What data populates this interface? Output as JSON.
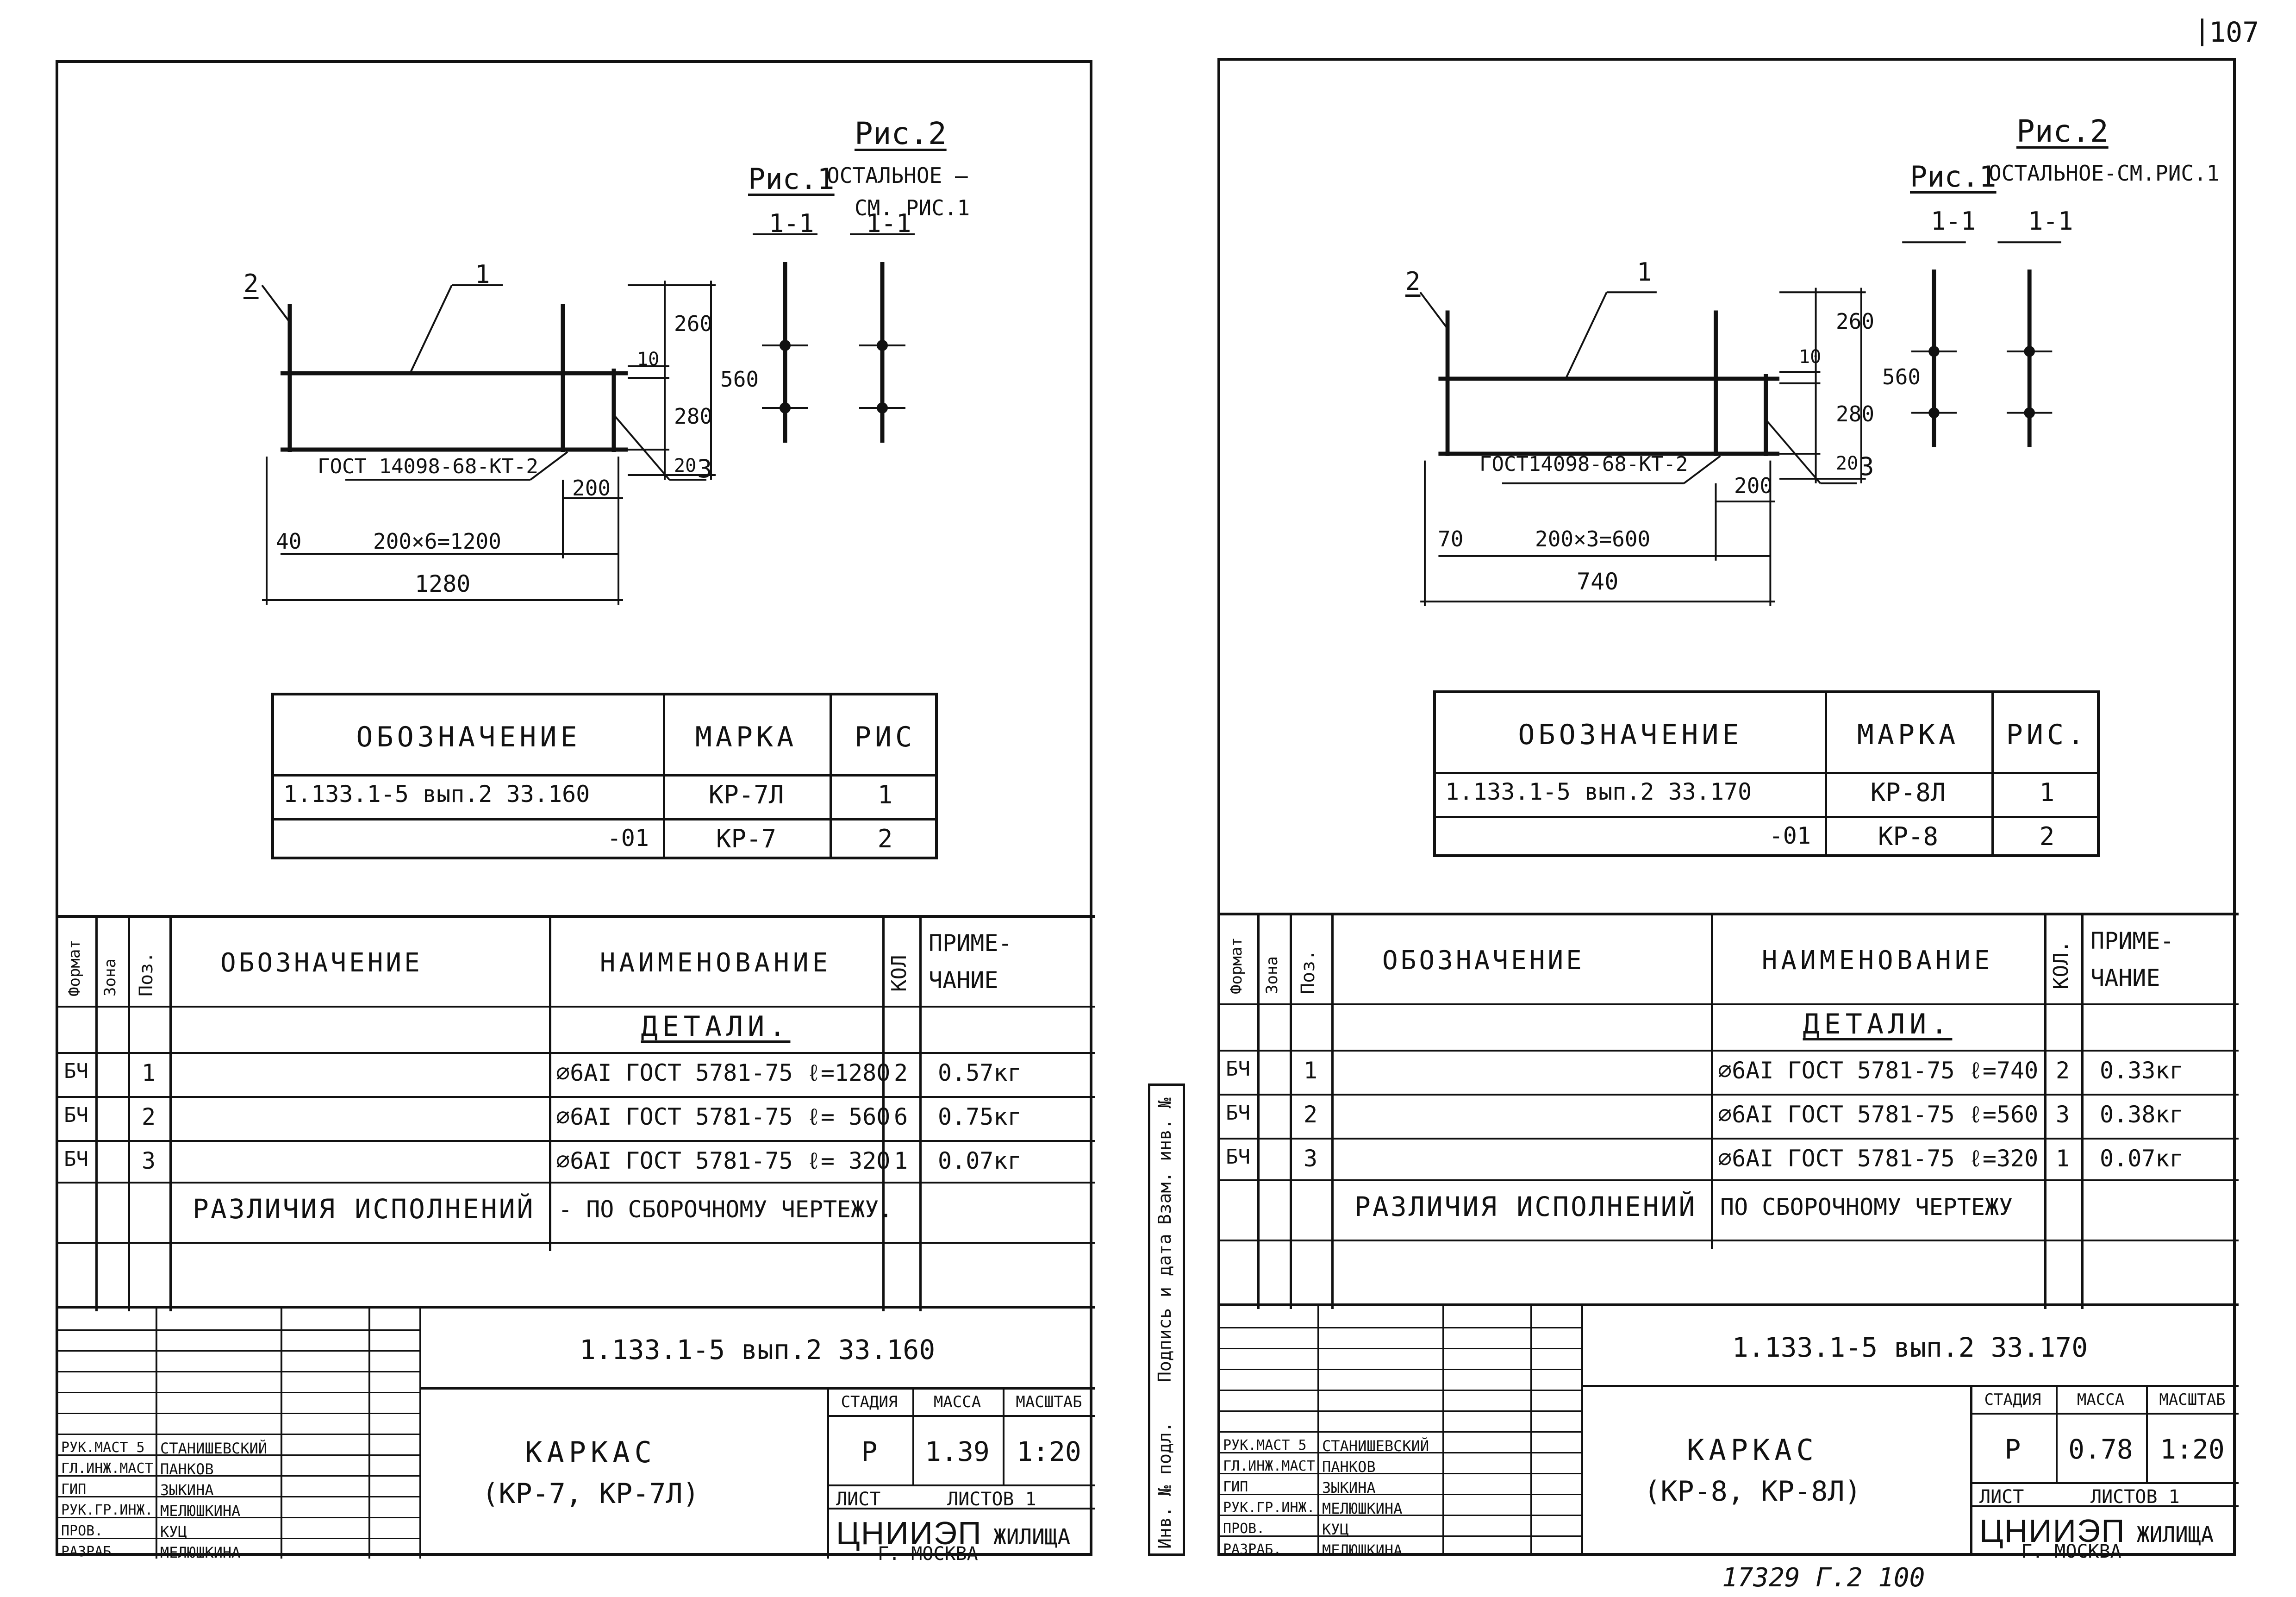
{
  "page_number": "107",
  "bottom_number": "17329 Г.2 100",
  "side_stamp": {
    "labels": [
      "Инв. № подл.",
      "Подпись и дата",
      "Взам. инв. №"
    ]
  },
  "sheets": [
    {
      "figures": {
        "fig2_title": "Рис.2",
        "fig2_note_1": "ОСТАЛЬНОЕ —",
        "fig2_note_2": "СМ. РИС.1",
        "fig1_title": "Рис.1",
        "section": "1-1",
        "pos_1": "1",
        "pos_2": "2",
        "pos_3": "3",
        "gost": "ГОСТ 14098-68-КТ-2",
        "dim_10": "10",
        "dim_260": "260",
        "dim_560": "560",
        "dim_280": "280",
        "dim_20": "20",
        "dim_200": "200",
        "dim_left": "40",
        "dim_step": "200×6=1200",
        "dim_total": "1280"
      },
      "marks_table": {
        "headers": [
          "ОБОЗНАЧЕНИЕ",
          "МАРКА",
          "РИС"
        ],
        "rows": [
          [
            "1.133.1-5 вып.2 33.160",
            "КР-7Л",
            "1"
          ],
          [
            "-01",
            "КР-7",
            "2"
          ]
        ]
      },
      "spec_table": {
        "headers": {
          "format": "Формат",
          "zone": "Зона",
          "pos": "Поз.",
          "designation": "ОБОЗНАЧЕНИЕ",
          "name": "НАИМЕНОВАНИЕ",
          "qty": "КОЛ",
          "note_1": "ПРИМЕ-",
          "note_2": "ЧАНИЕ"
        },
        "section_title": "ДЕТАЛИ.",
        "rows": [
          {
            "format": "БЧ",
            "pos": "1",
            "name": "⌀6AI ГОСТ 5781-75 ℓ=1280",
            "qty": "2",
            "note": "0.57кг"
          },
          {
            "format": "БЧ",
            "pos": "2",
            "name": "⌀6AI ГОСТ 5781-75 ℓ= 560",
            "qty": "6",
            "note": "0.75кг"
          },
          {
            "format": "БЧ",
            "pos": "3",
            "name": "⌀6AI ГОСТ 5781-75 ℓ= 320",
            "qty": "1",
            "note": "0.07кг"
          }
        ],
        "diff_left": "РАЗЛИЧИЯ ИСПОЛНЕНИЙ",
        "diff_right": "- ПО СБОРОЧНОМУ ЧЕРТЕЖУ."
      },
      "title_block": {
        "doc_code": "1.133.1-5 вып.2 33.160",
        "title_1": "КАРКАС",
        "title_2": "(КР-7, КР-7Л)",
        "stage_label": "СТАДИЯ",
        "mass_label": "МАССА",
        "scale_label": "МАСШТАБ",
        "stage": "Р",
        "mass": "1.39",
        "scale": "1:20",
        "sheet_label": "ЛИСТ",
        "sheets_label": "ЛИСТОВ 1",
        "org_1": "ЦНИИЭП",
        "org_2": "ЖИЛИЩА",
        "org_city": "Г. МОСКВА",
        "staff": [
          {
            "role": "РУК.МАСТ 5",
            "name": "СТАНИШЕВСКИЙ"
          },
          {
            "role": "ГЛ.ИНЖ.МАСТ",
            "name": "ПАНКОВ"
          },
          {
            "role": "ГИП",
            "name": "ЗЫКИНА"
          },
          {
            "role": "РУК.ГР.ИНЖ.",
            "name": "МЕЛЮШКИНА"
          },
          {
            "role": "ПРОВ.",
            "name": "КУЦ"
          },
          {
            "role": "РАЗРАБ.",
            "name": "МЕЛЮШКИНА"
          }
        ]
      }
    },
    {
      "figures": {
        "fig2_title": "Рис.2",
        "fig2_note_1": "ОСТАЛЬНОЕ-СМ.РИС.1",
        "fig2_note_2": "",
        "fig1_title": "Рис.1",
        "section": "1-1",
        "pos_1": "1",
        "pos_2": "2",
        "pos_3": "3",
        "gost": "ГОСТ14098-68-КТ-2",
        "dim_10": "10",
        "dim_260": "260",
        "dim_560": "560",
        "dim_280": "280",
        "dim_20": "20",
        "dim_200": "200",
        "dim_left": "70",
        "dim_step": "200×3=600",
        "dim_total": "740"
      },
      "marks_table": {
        "headers": [
          "ОБОЗНАЧЕНИЕ",
          "МАРКА",
          "РИС."
        ],
        "rows": [
          [
            "1.133.1-5 вып.2 33.170",
            "КР-8Л",
            "1"
          ],
          [
            "-01",
            "КР-8",
            "2"
          ]
        ]
      },
      "spec_table": {
        "headers": {
          "format": "Формат",
          "zone": "Зона",
          "pos": "Поз.",
          "designation": "ОБОЗНАЧЕНИЕ",
          "name": "НАИМЕНОВАНИЕ",
          "qty": "КОЛ.",
          "note_1": "ПРИМЕ-",
          "note_2": "ЧАНИЕ"
        },
        "section_title": "ДЕТАЛИ.",
        "rows": [
          {
            "format": "БЧ",
            "pos": "1",
            "name": "⌀6AI ГОСТ 5781-75 ℓ=740",
            "qty": "2",
            "note": "0.33кг"
          },
          {
            "format": "БЧ",
            "pos": "2",
            "name": "⌀6AI ГОСТ 5781-75 ℓ=560",
            "qty": "3",
            "note": "0.38кг"
          },
          {
            "format": "БЧ",
            "pos": "3",
            "name": "⌀6AI ГОСТ 5781-75 ℓ=320",
            "qty": "1",
            "note": "0.07кг"
          }
        ],
        "diff_left": "РАЗЛИЧИЯ ИСПОЛНЕНИЙ",
        "diff_right": "ПО СБОРОЧНОМУ ЧЕРТЕЖУ"
      },
      "title_block": {
        "doc_code": "1.133.1-5 вып.2 33.170",
        "title_1": "КАРКАС",
        "title_2": "(КР-8, КР-8Л)",
        "stage_label": "СТАДИЯ",
        "mass_label": "МАССА",
        "scale_label": "МАСШТАБ",
        "stage": "Р",
        "mass": "0.78",
        "scale": "1:20",
        "sheet_label": "ЛИСТ",
        "sheets_label": "ЛИСТОВ 1",
        "org_1": "ЦНИИЭП",
        "org_2": "ЖИЛИЩА",
        "org_city": "Г. МОСКВА",
        "staff": [
          {
            "role": "РУК.МАСТ 5",
            "name": "СТАНИШЕВСКИЙ"
          },
          {
            "role": "ГЛ.ИНЖ.МАСТ",
            "name": "ПАНКОВ"
          },
          {
            "role": "ГИП",
            "name": "ЗЫКИНА"
          },
          {
            "role": "РУК.ГР.ИНЖ.",
            "name": "МЕЛЮШКИНА"
          },
          {
            "role": "ПРОВ.",
            "name": "КУЦ"
          },
          {
            "role": "РАЗРАБ.",
            "name": "МЕЛЮШКИНА"
          }
        ]
      }
    }
  ]
}
